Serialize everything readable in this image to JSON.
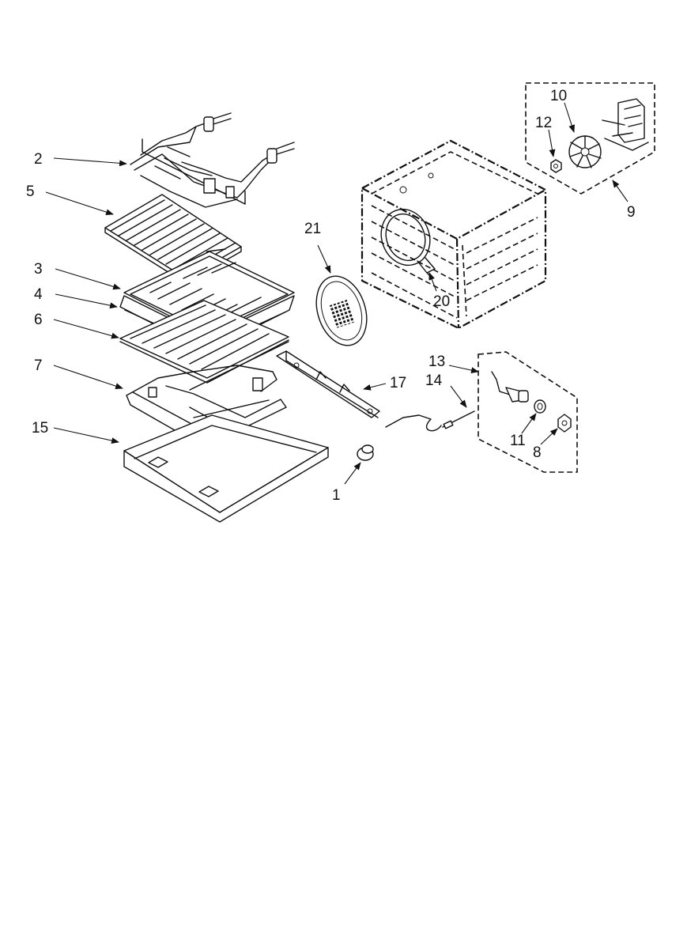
{
  "callouts": {
    "c1": "1",
    "c2": "2",
    "c3": "3",
    "c4": "4",
    "c5": "5",
    "c6": "6",
    "c7": "7",
    "c8": "8",
    "c9": "9",
    "c10": "10",
    "c11": "11",
    "c12": "12",
    "c13": "13",
    "c14": "14",
    "c15": "15",
    "c17": "17",
    "c20": "20",
    "c21": "21"
  }
}
